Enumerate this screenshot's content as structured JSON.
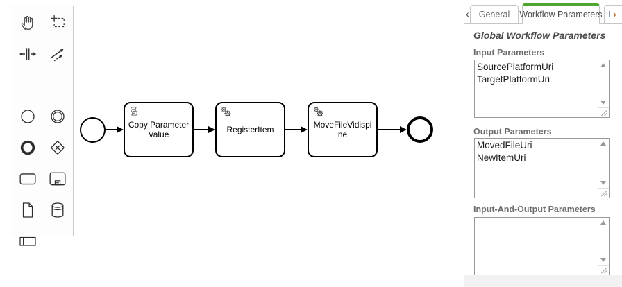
{
  "canvas": {
    "palette_tools": [
      "hand-tool",
      "lasso-tool",
      "space-tool",
      "global-connect-tool",
      "create-start-event",
      "create-intermediate-event",
      "create-end-event",
      "create-gateway-xor",
      "create-task",
      "create-subprocess-collapsed",
      "create-data-object",
      "create-data-store",
      "create-participant"
    ],
    "flow": {
      "start_event": "start-event",
      "tasks": [
        {
          "label": "Copy Parameter Value",
          "type": "script-task"
        },
        {
          "label": "RegisterItem",
          "type": "service-task"
        },
        {
          "label": "MoveFileVidispine",
          "type": "service-task"
        }
      ],
      "end_event": "end-event"
    }
  },
  "panel": {
    "tab_scroll_left": "‹",
    "tab_scroll_right": "›",
    "tabs": [
      {
        "label": "General",
        "active": false
      },
      {
        "label": "Workflow Parameters",
        "active": true
      },
      {
        "label": "I",
        "active": false
      }
    ],
    "heading": "Global Workflow Parameters",
    "sections": [
      {
        "label": "Input Parameters",
        "value": "SourcePlatformUri\nTargetPlatformUri"
      },
      {
        "label": "Output Parameters",
        "value": "MovedFileUri\nNewItemUri"
      },
      {
        "label": "Input-And-Output Parameters",
        "value": ""
      }
    ],
    "colors": {
      "active_tab_accent": "#4ea62f"
    }
  }
}
